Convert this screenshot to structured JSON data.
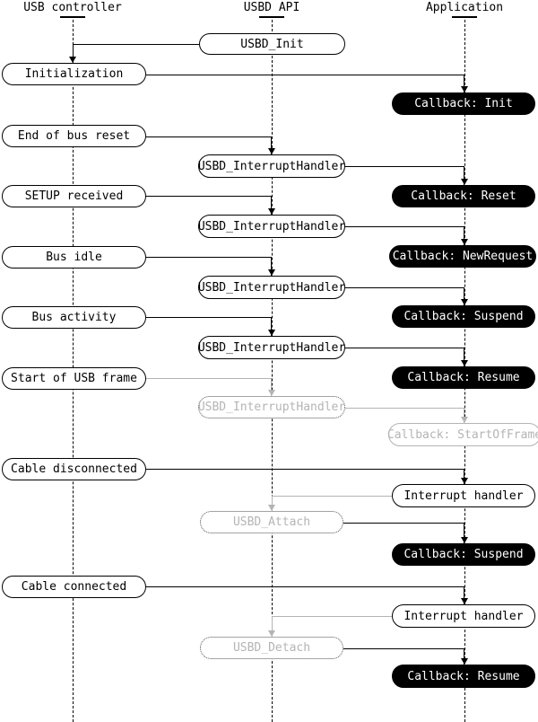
{
  "diagram": {
    "columns": [
      "USB controller",
      "USBD API",
      "Application"
    ],
    "labels": {
      "usbd_init": "USBD_Init",
      "initialization": "Initialization",
      "callback_init": "Callback: Init",
      "end_of_bus_reset": "End of bus reset",
      "usbd_interrupt_handler": "USBD_InterruptHandler",
      "callback_reset": "Callback: Reset",
      "setup_received": "SETUP received",
      "callback_new_request": "Callback: NewRequest",
      "bus_idle": "Bus idle",
      "callback_suspend": "Callback: Suspend",
      "bus_activity": "Bus activity",
      "callback_resume": "Callback: Resume",
      "start_of_usb_frame": "Start of USB frame",
      "callback_start_of_frame": "Callback: StartOfFrame",
      "cable_disconnected": "Cable disconnected",
      "interrupt_handler": "Interrupt handler",
      "usbd_attach": "USBD_Attach",
      "cable_connected": "Cable connected",
      "usbd_detach": "USBD_Detach"
    },
    "colors": {
      "line": "#000000",
      "inactive_gray": "#b4b4b4",
      "callback_bg": "#000000",
      "callback_text": "#ffffff",
      "background": "#ffffff"
    }
  }
}
